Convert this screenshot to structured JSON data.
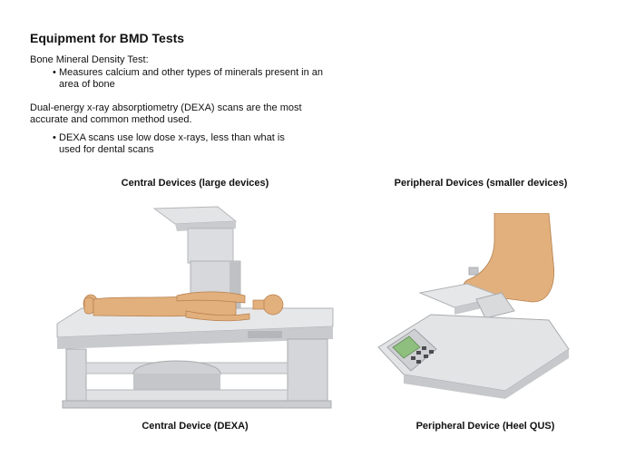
{
  "title": "Equipment for BMD Tests",
  "bmd": {
    "label": "Bone Mineral Density Test:",
    "bullet": "Measures calcium and other types of minerals present in an area of bone"
  },
  "dexa": {
    "intro": "Dual-energy x-ray absorptiometry (DEXA) scans are the most accurate and common method used.",
    "bullet": "DEXA scans use low dose x-rays, less than what is used for dental scans"
  },
  "central": {
    "heading": "Central Devices (large devices)",
    "caption": "Central Device (DEXA)"
  },
  "peripheral": {
    "heading": "Peripheral Devices (smaller devices)",
    "caption": "Peripheral Device (Heel QUS)"
  },
  "bullet_char": "•",
  "colors": {
    "device_gray": "#d9dadc",
    "device_shadow": "#a9abae",
    "skin": "#e2b07c",
    "screen_green": "#8fbf7f"
  }
}
